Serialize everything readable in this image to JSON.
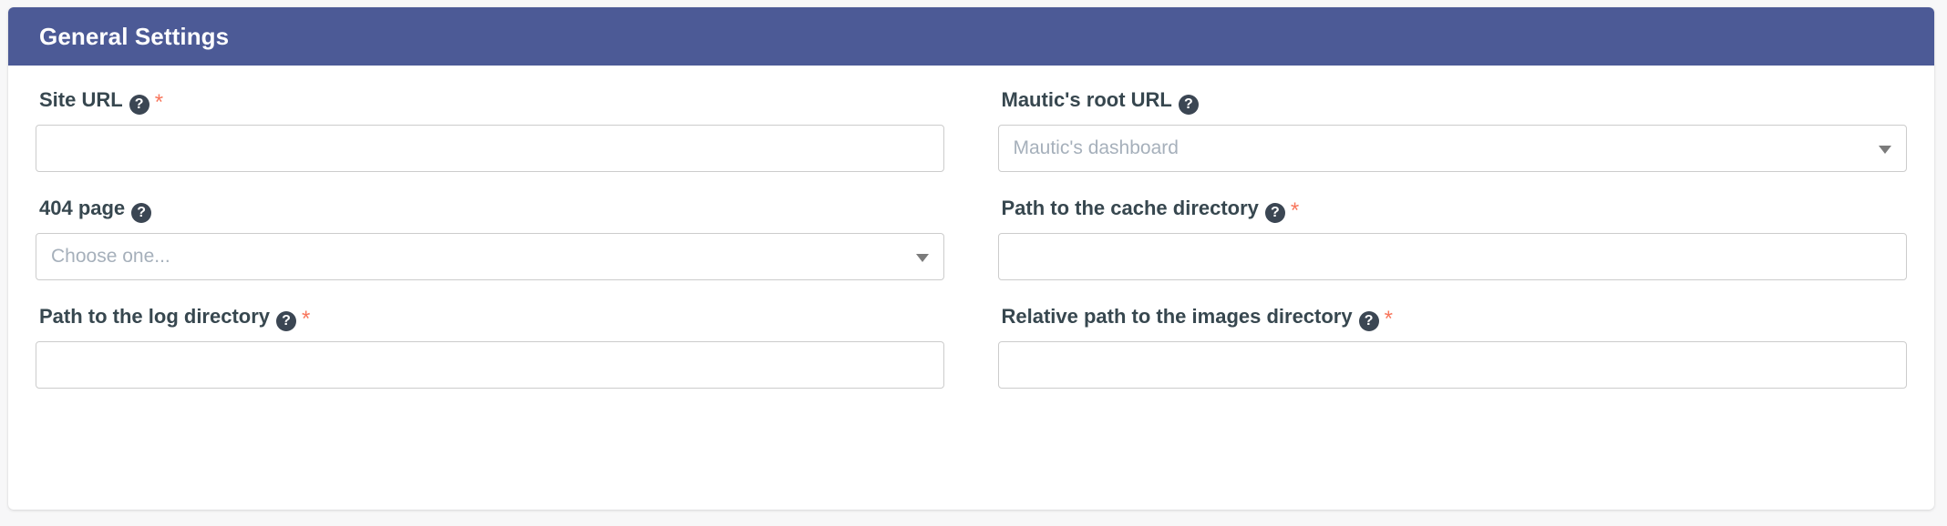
{
  "panel": {
    "title": "General Settings",
    "header_color": "#4c5a96",
    "background_color": "#ffffff"
  },
  "theme": {
    "label_color": "#37474f",
    "required_color": "#f8765c",
    "help_icon_color": "#3b4653",
    "placeholder_color": "#a6b0bb",
    "border_color": "#cccccc",
    "page_background": "#f7f7f8"
  },
  "icons": {
    "help": "?",
    "chevron_down": "▼"
  },
  "form": {
    "rows": [
      {
        "left": {
          "label": "Site URL",
          "help_icon": "help-icon",
          "required": true,
          "required_marker": "*",
          "control": "text",
          "value": "",
          "placeholder": ""
        },
        "right": {
          "label": "Mautic's root URL",
          "help_icon": "help-icon",
          "required": false,
          "required_marker": "",
          "control": "select",
          "value": "Mautic's dashboard",
          "disabled": true
        }
      },
      {
        "left": {
          "label": "404 page",
          "help_icon": "help-icon",
          "required": false,
          "required_marker": "",
          "control": "select",
          "value": "Choose one...",
          "disabled": false
        },
        "right": {
          "label": "Path to the cache directory",
          "help_icon": "help-icon",
          "required": true,
          "required_marker": "*",
          "control": "text",
          "value": "",
          "placeholder": ""
        }
      },
      {
        "left": {
          "label": "Path to the log directory",
          "help_icon": "help-icon",
          "required": true,
          "required_marker": "*",
          "control": "text",
          "value": "",
          "placeholder": ""
        },
        "right": {
          "label": "Relative path to the images directory",
          "help_icon": "help-icon",
          "required": true,
          "required_marker": "*",
          "control": "text",
          "value": "",
          "placeholder": ""
        }
      }
    ]
  }
}
